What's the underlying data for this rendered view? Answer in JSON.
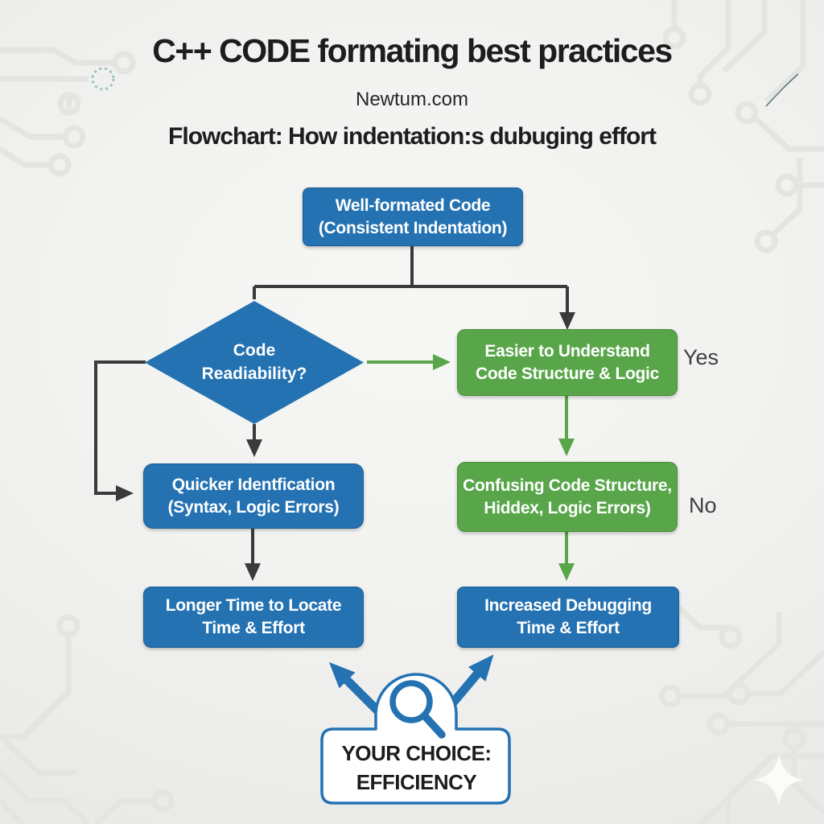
{
  "header": {
    "title": "C++ CODE formating best practices",
    "site": "Newtum.com",
    "subtitle": "Flowchart: How indentation:s dubuging effort"
  },
  "flowchart": {
    "start_box": {
      "line1": "Well-formated Code",
      "line2": "(Consistent Indentation)"
    },
    "decision": {
      "line1": "Code",
      "line2": "Readiability?"
    },
    "yes_label": "Yes",
    "no_label": "No",
    "easier_box": {
      "line1": "Easier to Understand",
      "line2": "Code Structure & Logic"
    },
    "quicker_box": {
      "line1": "Quicker Identfication",
      "line2": "(Syntax, Logic Errors)"
    },
    "confusing_box": {
      "line1": "Confusing Code Structure,",
      "line2": "Hiddex, Logic Errors)"
    },
    "longer_box": {
      "line1": "Longer Time to Locate",
      "line2": "Time & Effort"
    },
    "increased_box": {
      "line1": "Increased Debugging",
      "line2": "Time & Effort"
    },
    "choice_box": {
      "line1": "YOUR CHOICE:",
      "line2": "EFFICIENCY"
    }
  },
  "colors": {
    "node_blue": "#2472b2",
    "node_green": "#58a649",
    "connector_dark": "#3a3a3a",
    "branch_label_gray": "#3f3f3f",
    "background": "#f1f1ef"
  },
  "icons": {
    "magnifier": "magnifier-icon"
  }
}
